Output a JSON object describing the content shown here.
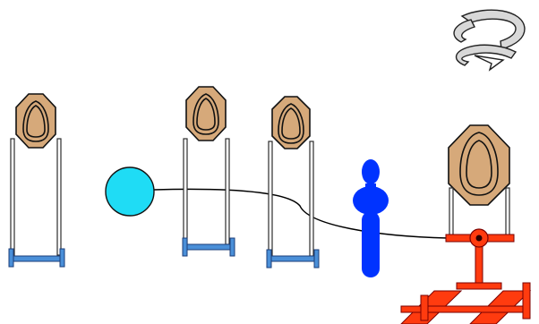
{
  "scene": {
    "colors": {
      "target_fill": "#d6a97a",
      "target_stroke": "#111111",
      "stand_stroke": "#2d2d2d",
      "base_fill": "#4a8fd8",
      "ball_fill": "#1fdcf5",
      "figure_fill": "#0033ff",
      "mount_fill": "#ff3b0f",
      "rotate_icon_fill": "#d8d8d8"
    },
    "elements": [
      "target-stand-1",
      "target-stand-2",
      "target-stand-3",
      "ball-marker",
      "person-silhouette",
      "rotating-target-mount",
      "rotate-icon",
      "path-line"
    ]
  }
}
